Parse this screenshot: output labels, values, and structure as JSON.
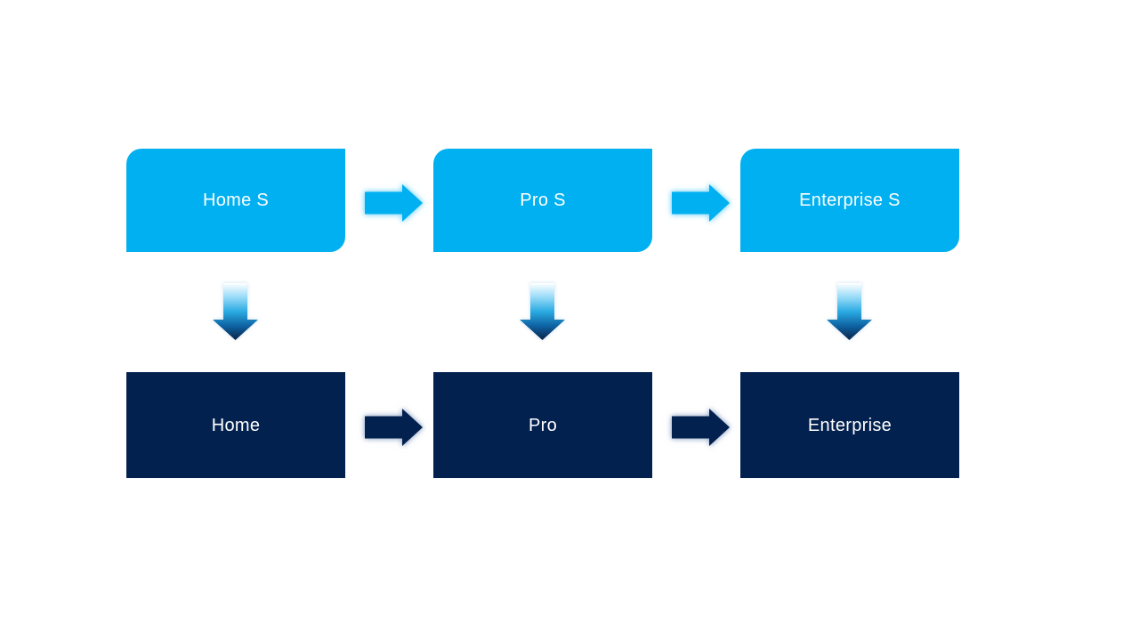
{
  "diagram": {
    "type": "process-flow",
    "colors": {
      "background": "#ffffff",
      "light_blue": "#00b0f0",
      "dark_navy": "#03214e",
      "light_arrow_glow": "#8edffb",
      "dark_arrow_glow": "#a0b2d0",
      "gradient_top": "#ffffff",
      "gradient_high": "#9bdcf8",
      "gradient_mid": "#2aabe2",
      "gradient_low": "#0d5f9f",
      "gradient_bottom": "#0a2348",
      "label_text": "#ffffff"
    },
    "top_row": {
      "items": [
        {
          "label": "Home S"
        },
        {
          "label": "Pro S"
        },
        {
          "label": "Enterprise S"
        }
      ]
    },
    "bottom_row": {
      "items": [
        {
          "label": "Home"
        },
        {
          "label": "Pro"
        },
        {
          "label": "Enterprise"
        }
      ]
    }
  }
}
